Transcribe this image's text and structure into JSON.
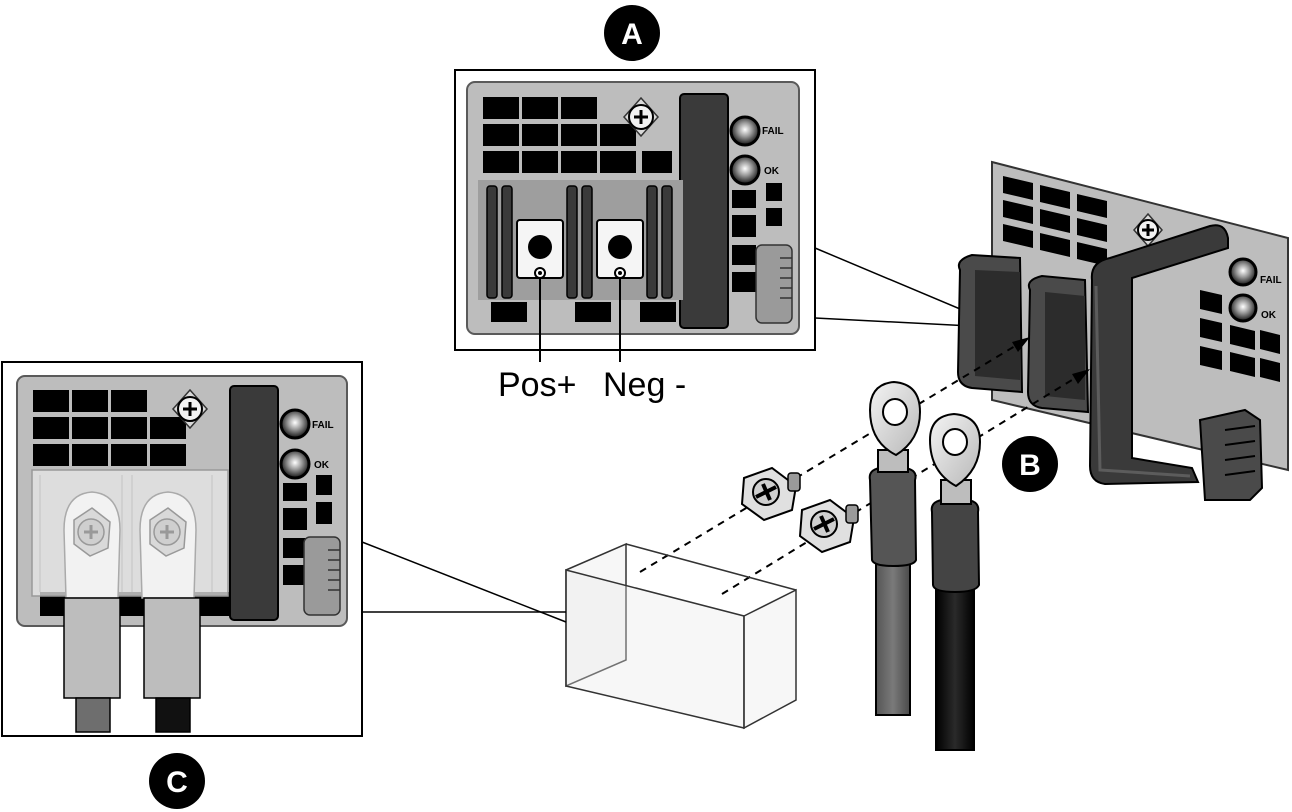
{
  "callouts": {
    "a": "A",
    "b": "B",
    "c": "C"
  },
  "led_labels": {
    "fail": "FAIL",
    "ok": "OK"
  },
  "terminals": {
    "positive": "Pos+",
    "negative": "Neg -"
  },
  "colors": {
    "panel": "#bdbdbd",
    "panel_dark": "#5a5a5a",
    "block": "#000000",
    "slot": "#3a3a3a",
    "callout_bg": "#000000",
    "callout_text": "#ffffff",
    "cable_pos": "#6e6e6e",
    "cable_neg": "#111111"
  }
}
